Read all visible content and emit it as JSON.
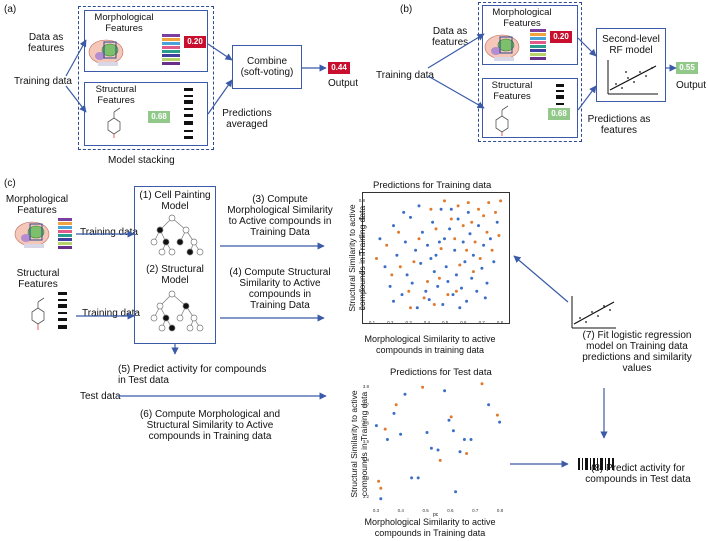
{
  "panel_a": {
    "label": "(a)",
    "data_as_features": "Data as\nfeatures",
    "training_data": "Training data",
    "morph_title": "Morphological\nFeatures",
    "morph_score": "0.20",
    "struct_title": "Structural\nFeatures",
    "struct_score": "0.68",
    "combine": "Combine\n(soft-voting)",
    "output_score": "0.44",
    "output": "Output",
    "predictions_averaged": "Predictions\naveraged",
    "model_stacking": "Model stacking"
  },
  "panel_b": {
    "label": "(b)",
    "data_as_features": "Data as\nfeatures",
    "training_data": "Training data",
    "morph_title": "Morphological\nFeatures",
    "morph_score": "0.20",
    "struct_title": "Structural\nFeatures",
    "struct_score": "0.68",
    "second_level": "Second-level\nRF model",
    "output_score": "0.55",
    "output": "Output",
    "predictions_as_features": "Predictions as\nfeatures"
  },
  "panel_c": {
    "label": "(c)",
    "morph_features": "Morphological\nFeatures",
    "struct_features": "Structural\nFeatures",
    "training_data_1": "Training data",
    "training_data_2": "Training data",
    "step1": "(1) Cell Painting\nModel",
    "step2": "(2) Structural\nModel",
    "step3": "(3) Compute\nMorphological Similarity\nto Active compounds in\nTraining Data",
    "step4": "(4) Compute Structural\nSimilarity to Active\ncompounds in\nTraining Data",
    "step5": "(5) Predict activity for compounds\nin Test data",
    "test_data": "Test data",
    "step6": "(6) Compute Morphological and\nStructural Similarity to Active\ncompounds in Training data",
    "step7": "(7) Fit logistic regression\nmodel on Training data\npredictions and similarity\nvalues",
    "step8": "(8) Predict activity for\ncompounds in Test data",
    "train_plot": {
      "title": "Predictions for Training data",
      "xlabel": "Morphological Similarity to active\ncompounds in training data",
      "ylabel": "Structural Similarity to active\ncompounds in Training data",
      "xticks": [
        "0.1",
        "0.2",
        "0.3",
        "0.4",
        "0.5",
        "0.6",
        "0.7",
        "0.8"
      ],
      "yticks": [
        "0.8",
        "0.7",
        "0.6",
        "0.5",
        "0.4",
        "0.3",
        "0.2"
      ]
    },
    "test_plot": {
      "title": "Predictions for Test data",
      "xlabel": "Morphological Similarity to active\ncompounds in Training data",
      "ylabel": "Structural Similarity to active\ncompounds in Training data",
      "xsmall": "pc",
      "xticks": [
        "0.3",
        "0.4",
        "0.5",
        "0.6",
        "0.7",
        "0.8"
      ],
      "yticks": [
        "3.8",
        "3.7",
        "3.6",
        "3.5",
        "3.4",
        "3.3",
        "3.2"
      ]
    }
  },
  "chart_data": [
    {
      "type": "scatter",
      "title": "Predictions for Training data",
      "xlabel": "Morphological Similarity to active compounds in training data",
      "ylabel": "Structural Similarity to active compounds in Training data",
      "xlim": [
        0.05,
        0.85
      ],
      "ylim": [
        0.15,
        0.88
      ],
      "series": [
        {
          "color": "#3a6fc4",
          "points": [
            [
              0.12,
              0.62
            ],
            [
              0.15,
              0.45
            ],
            [
              0.18,
              0.33
            ],
            [
              0.2,
              0.7
            ],
            [
              0.22,
              0.52
            ],
            [
              0.25,
              0.28
            ],
            [
              0.27,
              0.6
            ],
            [
              0.28,
              0.4
            ],
            [
              0.3,
              0.75
            ],
            [
              0.31,
              0.35
            ],
            [
              0.33,
              0.55
            ],
            [
              0.34,
              0.2
            ],
            [
              0.36,
              0.47
            ],
            [
              0.37,
              0.66
            ],
            [
              0.39,
              0.3
            ],
            [
              0.4,
              0.58
            ],
            [
              0.41,
              0.25
            ],
            [
              0.43,
              0.72
            ],
            [
              0.44,
              0.42
            ],
            [
              0.45,
              0.52
            ],
            [
              0.46,
              0.33
            ],
            [
              0.48,
              0.8
            ],
            [
              0.49,
              0.22
            ],
            [
              0.5,
              0.62
            ],
            [
              0.51,
              0.45
            ],
            [
              0.52,
              0.36
            ],
            [
              0.53,
              0.68
            ],
            [
              0.55,
              0.28
            ],
            [
              0.56,
              0.55
            ],
            [
              0.57,
              0.4
            ],
            [
              0.58,
              0.74
            ],
            [
              0.6,
              0.32
            ],
            [
              0.61,
              0.6
            ],
            [
              0.62,
              0.48
            ],
            [
              0.63,
              0.24
            ],
            [
              0.65,
              0.65
            ],
            [
              0.66,
              0.38
            ],
            [
              0.67,
              0.52
            ],
            [
              0.69,
              0.3
            ],
            [
              0.7,
              0.7
            ],
            [
              0.72,
              0.44
            ],
            [
              0.73,
              0.58
            ],
            [
              0.75,
              0.35
            ],
            [
              0.77,
              0.62
            ],
            [
              0.79,
              0.48
            ],
            [
              0.81,
              0.72
            ],
            [
              0.26,
              0.78
            ],
            [
              0.35,
              0.82
            ],
            [
              0.47,
              0.6
            ],
            [
              0.59,
              0.2
            ],
            [
              0.64,
              0.78
            ],
            [
              0.74,
              0.26
            ],
            [
              0.2,
              0.24
            ],
            [
              0.42,
              0.5
            ],
            [
              0.54,
              0.8
            ]
          ]
        },
        {
          "color": "#e07a2e",
          "points": [
            [
              0.1,
              0.5
            ],
            [
              0.16,
              0.58
            ],
            [
              0.19,
              0.4
            ],
            [
              0.23,
              0.66
            ],
            [
              0.29,
              0.3
            ],
            [
              0.32,
              0.48
            ],
            [
              0.35,
              0.62
            ],
            [
              0.38,
              0.26
            ],
            [
              0.42,
              0.8
            ],
            [
              0.45,
              0.68
            ],
            [
              0.47,
              0.38
            ],
            [
              0.5,
              0.85
            ],
            [
              0.52,
              0.28
            ],
            [
              0.54,
              0.74
            ],
            [
              0.56,
              0.62
            ],
            [
              0.58,
              0.82
            ],
            [
              0.59,
              0.46
            ],
            [
              0.61,
              0.7
            ],
            [
              0.63,
              0.55
            ],
            [
              0.64,
              0.84
            ],
            [
              0.66,
              0.72
            ],
            [
              0.68,
              0.6
            ],
            [
              0.7,
              0.8
            ],
            [
              0.71,
              0.5
            ],
            [
              0.73,
              0.76
            ],
            [
              0.75,
              0.66
            ],
            [
              0.76,
              0.84
            ],
            [
              0.78,
              0.55
            ],
            [
              0.8,
              0.78
            ],
            [
              0.82,
              0.64
            ],
            [
              0.83,
              0.85
            ],
            [
              0.3,
              0.2
            ],
            [
              0.4,
              0.36
            ],
            [
              0.48,
              0.56
            ],
            [
              0.57,
              0.3
            ],
            [
              0.67,
              0.42
            ],
            [
              0.24,
              0.45
            ],
            [
              0.44,
              0.22
            ]
          ]
        }
      ]
    },
    {
      "type": "scatter",
      "title": "Predictions for Test data",
      "xlabel": "Morphological Similarity to active compounds in Training data",
      "ylabel": "Structural Similarity to active compounds in Training data",
      "xlim": [
        0.25,
        0.85
      ],
      "ylim": [
        3.15,
        3.85
      ],
      "series": [
        {
          "color": "#3a6fc4",
          "points": [
            [
              0.27,
              3.6
            ],
            [
              0.32,
              3.52
            ],
            [
              0.35,
              3.67
            ],
            [
              0.38,
              3.55
            ],
            [
              0.4,
              3.78
            ],
            [
              0.43,
              3.3
            ],
            [
              0.46,
              3.3
            ],
            [
              0.5,
              3.56
            ],
            [
              0.52,
              3.47
            ],
            [
              0.55,
              3.46
            ],
            [
              0.58,
              3.8
            ],
            [
              0.6,
              3.63
            ],
            [
              0.62,
              3.57
            ],
            [
              0.63,
              3.22
            ],
            [
              0.65,
              3.45
            ],
            [
              0.67,
              3.52
            ],
            [
              0.7,
              3.52
            ],
            [
              0.78,
              3.72
            ],
            [
              0.83,
              3.62
            ],
            [
              0.29,
              3.18
            ]
          ]
        },
        {
          "color": "#e07a2e",
          "points": [
            [
              0.28,
              3.28
            ],
            [
              0.31,
              3.58
            ],
            [
              0.36,
              3.72
            ],
            [
              0.48,
              3.82
            ],
            [
              0.56,
              3.4
            ],
            [
              0.61,
              3.65
            ],
            [
              0.68,
              3.44
            ],
            [
              0.75,
              3.84
            ],
            [
              0.82,
              3.66
            ],
            [
              0.29,
              3.24
            ]
          ]
        }
      ]
    }
  ]
}
